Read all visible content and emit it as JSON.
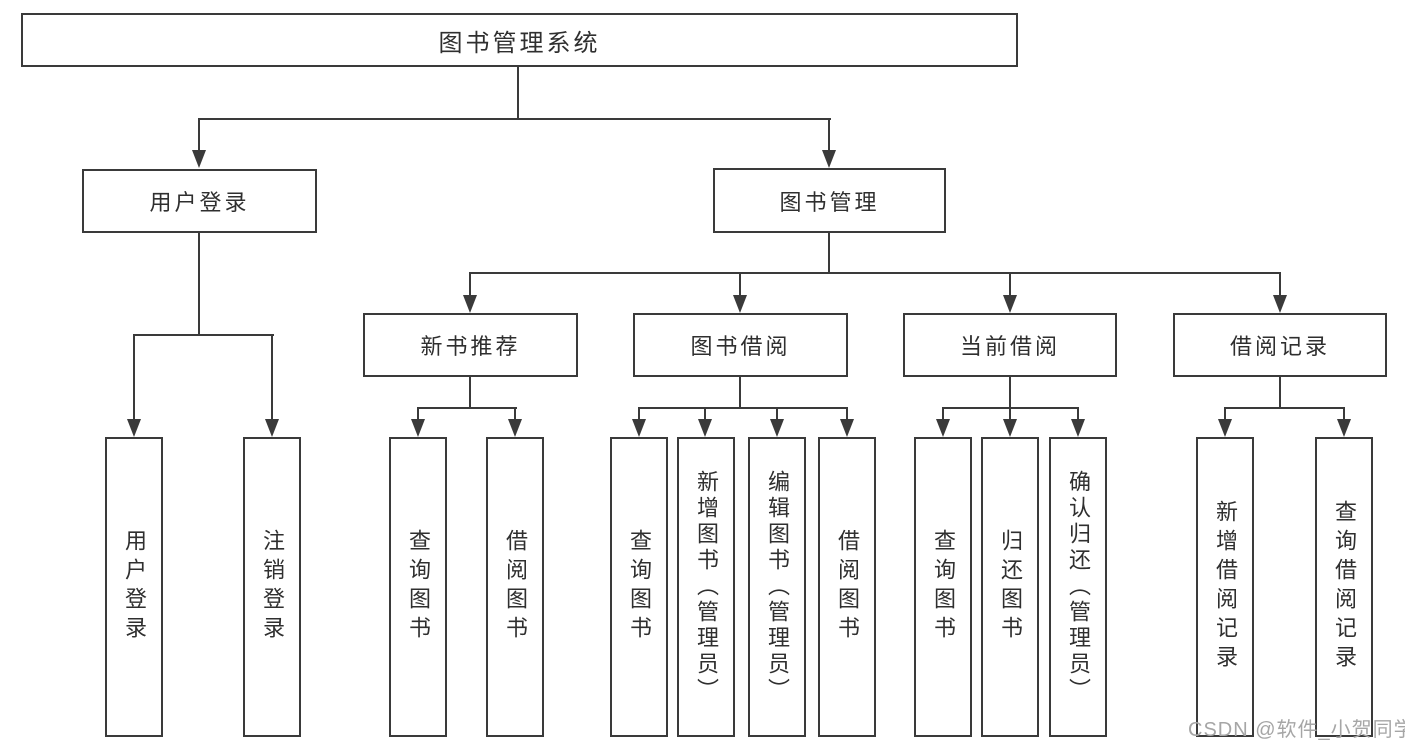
{
  "diagram": {
    "title": "图书管理系统",
    "colors": {
      "line": "#3a3a3a",
      "text": "#2f2f2f",
      "background": "#ffffff",
      "watermark": "#a6a6a6"
    },
    "nodes": {
      "root": "图书管理系统",
      "l2": [
        "用户登录",
        "图书管理"
      ],
      "l3": [
        "新书推荐",
        "图书借阅",
        "当前借阅",
        "借阅记录"
      ],
      "leaves": [
        "用户登录",
        "注销登录",
        "查询图书",
        "借阅图书",
        "查询图书",
        "新增图书（管理员）",
        "编辑图书（管理员）",
        "借阅图书",
        "查询图书",
        "归还图书",
        "确认归还（管理员）",
        "新增借阅记录",
        "查询借阅记录"
      ]
    },
    "hierarchy": {
      "用户登录": [
        "用户登录",
        "注销登录"
      ],
      "图书管理": [
        "新书推荐",
        "图书借阅",
        "当前借阅",
        "借阅记录"
      ],
      "新书推荐": [
        "查询图书",
        "借阅图书"
      ],
      "图书借阅": [
        "查询图书",
        "新增图书（管理员）",
        "编辑图书（管理员）",
        "借阅图书"
      ],
      "当前借阅": [
        "查询图书",
        "归还图书",
        "确认归还（管理员）"
      ],
      "借阅记录": [
        "新增借阅记录",
        "查询借阅记录"
      ]
    }
  },
  "watermark": {
    "text": "CSDN @软件_小贺同学"
  }
}
